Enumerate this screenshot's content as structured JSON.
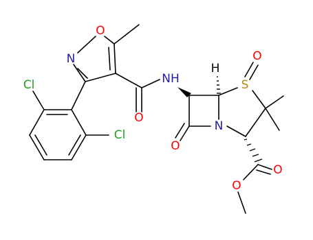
{
  "colors": {
    "carbon": "#000000",
    "oxygen": "#ff0000",
    "nitrogen": "#1f1fa8",
    "sulfur": "#b8860b",
    "chlorine": "#1e9e1e",
    "background": "#ffffff"
  },
  "atoms": {
    "o_isoxazole": "O",
    "n_isoxazole": "N",
    "cl_top": "Cl",
    "cl_bottom": "Cl",
    "nh_amide": "NH",
    "o_amide": "O",
    "h_bridgehead": "H",
    "s_sulfoxide": "S",
    "o_sulfoxide": "O",
    "n_lactam": "N",
    "o_lactam": "O",
    "o_ester_carbonyl": "O",
    "o_ester_ether": "O"
  }
}
